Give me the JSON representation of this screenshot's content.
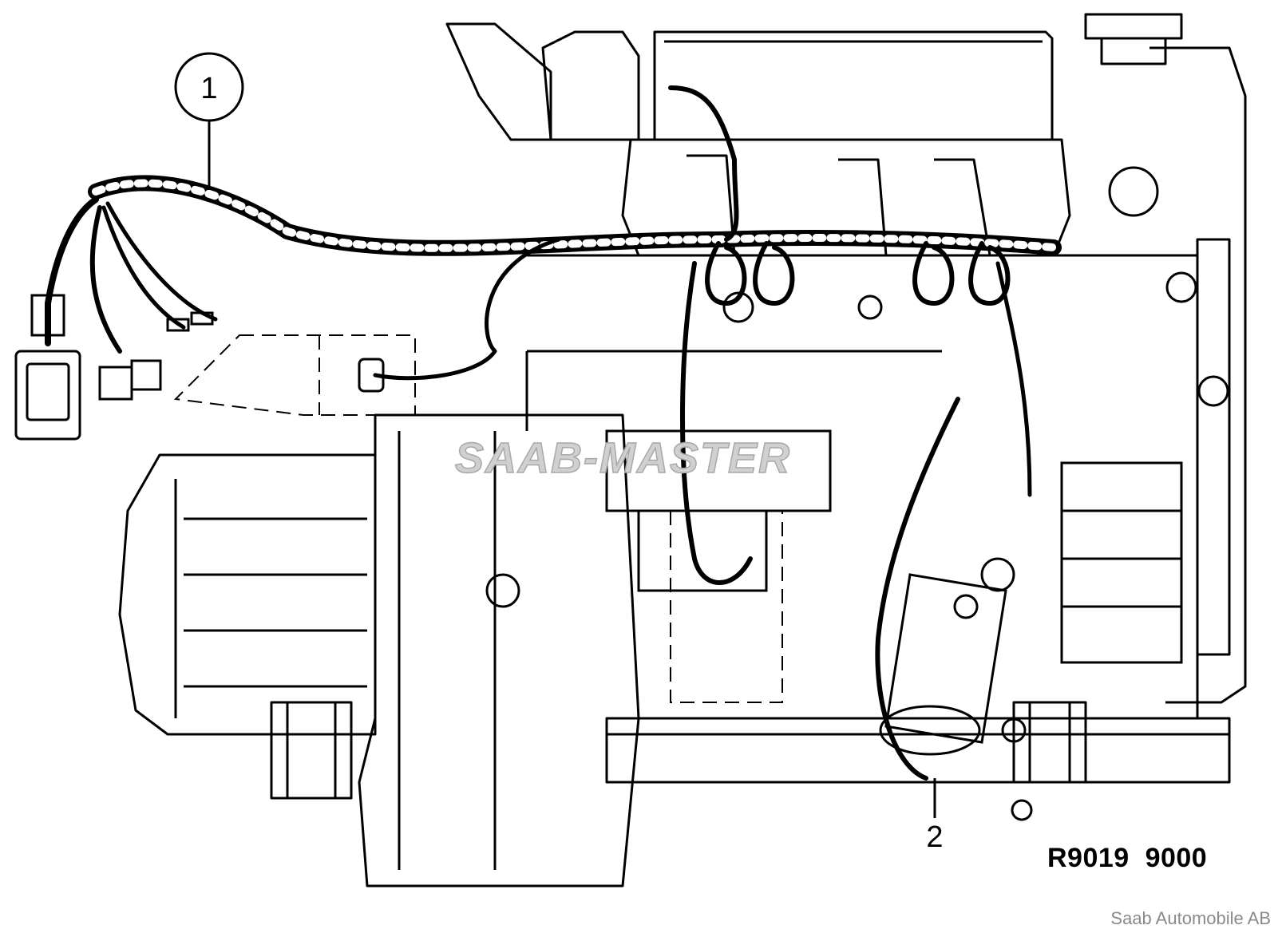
{
  "diagram": {
    "type": "technical-line-drawing",
    "subject": "engine-and-gearbox-wiring-harness",
    "watermark": "SAAB-MASTER",
    "callouts": [
      {
        "label": "1",
        "style": "circled"
      },
      {
        "label": "2",
        "style": "plain"
      }
    ],
    "reference_code": "R9019  9000",
    "copyright": "Saab Automobile AB",
    "colors": {
      "line": "#000000",
      "background": "#ffffff",
      "watermark": "#c8c8c8",
      "copyright": "#8a8a8a"
    }
  }
}
